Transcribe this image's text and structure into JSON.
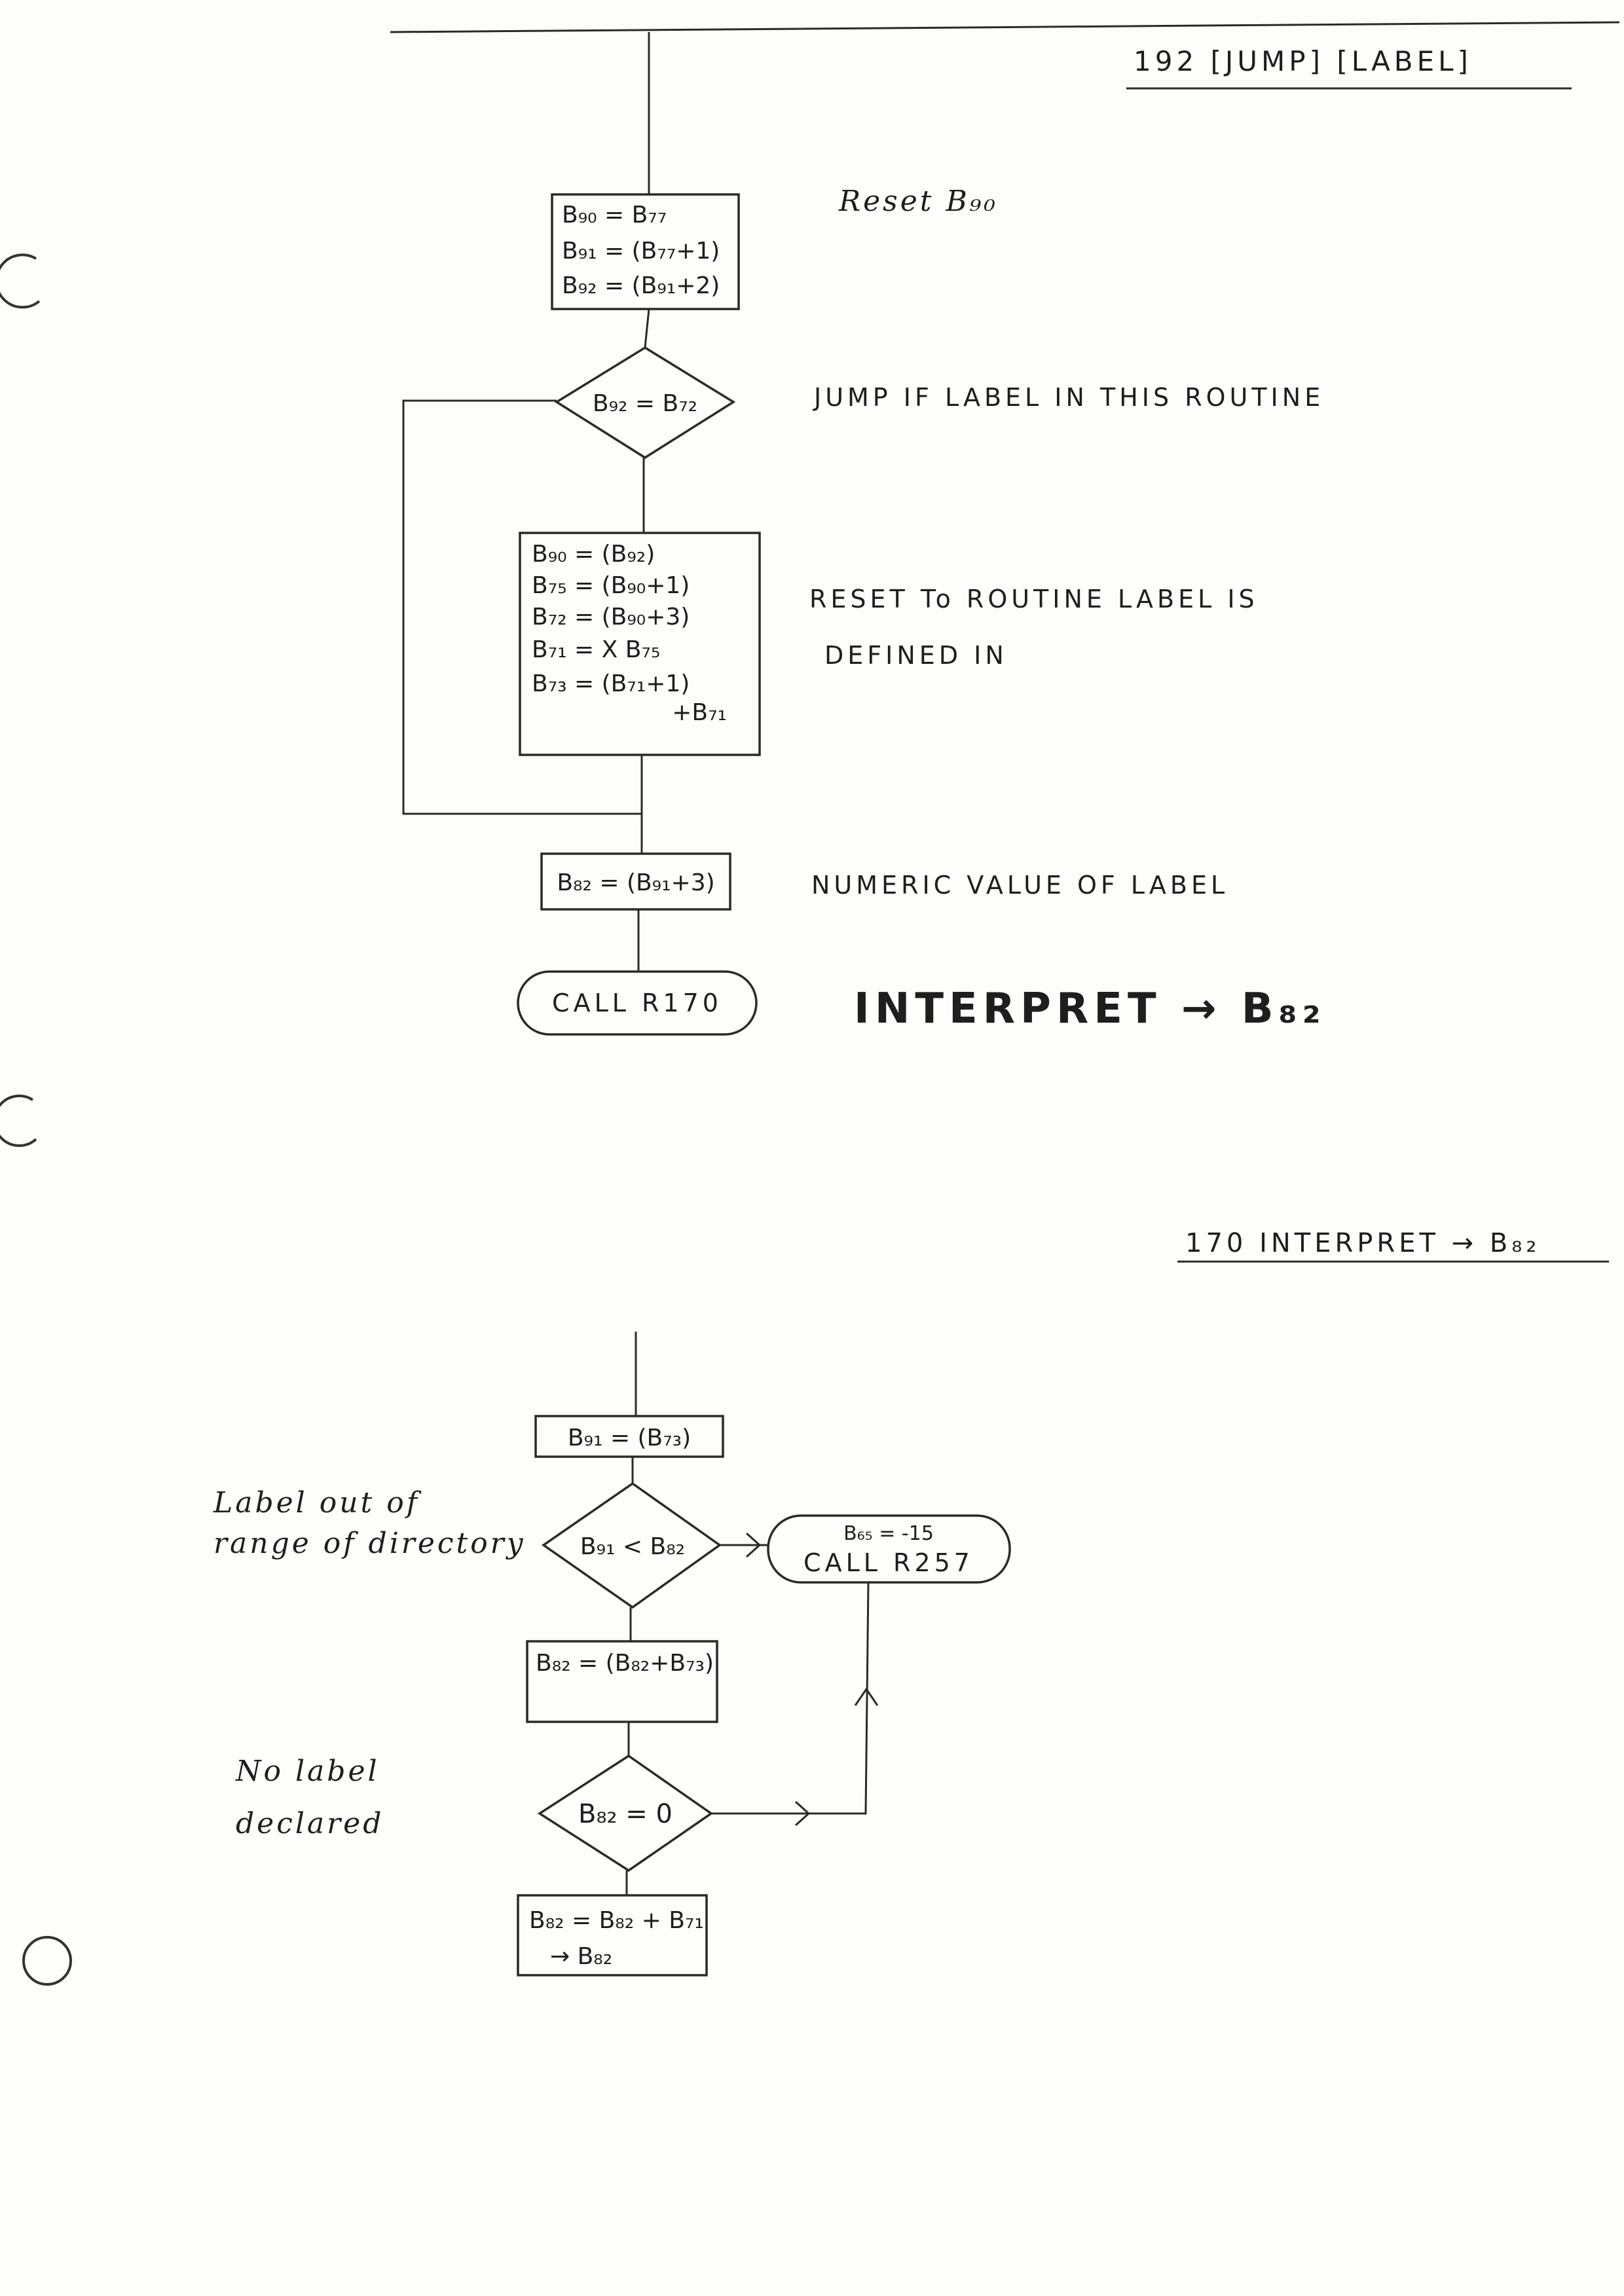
{
  "page1": {
    "header": "192 [JUMP] [LABEL]",
    "box_reset": [
      "B₉₀ = B₇₇",
      "B₉₁ = (B₇₇+1)",
      "B₉₂ = (B₉₁+2)"
    ],
    "note_reset": "Reset B₉₀",
    "decision_jump": "B₉₂ = B₇₂",
    "note_jump": "JUMP IF LABEL IN THIS ROUTINE",
    "box_routine": [
      "B₉₀ = (B₉₂)",
      "B₇₅ = (B₉₀+1)",
      "B₇₂ = (B₉₀+3)",
      "B₇₁ = X B₇₅",
      "B₇₃ = (B₇₁+1)",
      "+B₇₁"
    ],
    "note_routine": [
      "RESET To ROUTINE LABEL IS",
      "DEFINED IN"
    ],
    "box_numeric": "B₈₂ = (B₉₁+3)",
    "note_numeric": "NUMERIC VALUE OF LABEL",
    "terminator_call": "CALL R170",
    "note_interpret": "INTERPRET → B₈₂"
  },
  "page2": {
    "header": "170 INTERPRET → B₈₂",
    "box_start": "B₉₁ = (B₇₃)",
    "decision_range": "B₉₁ < B₈₂",
    "note_range": [
      "Label out of",
      "range of directory"
    ],
    "terminator_error": [
      "B₆₅ = -15",
      "CALL R257"
    ],
    "box_add": "B₈₂ = (B₈₂+B₇₃)",
    "decision_zero": "B₈₂ = 0",
    "note_zero": [
      "No label",
      "declared"
    ],
    "box_final": [
      "B₈₂ = B₈₂ + B₇₁",
      "→ B₈₂"
    ]
  }
}
